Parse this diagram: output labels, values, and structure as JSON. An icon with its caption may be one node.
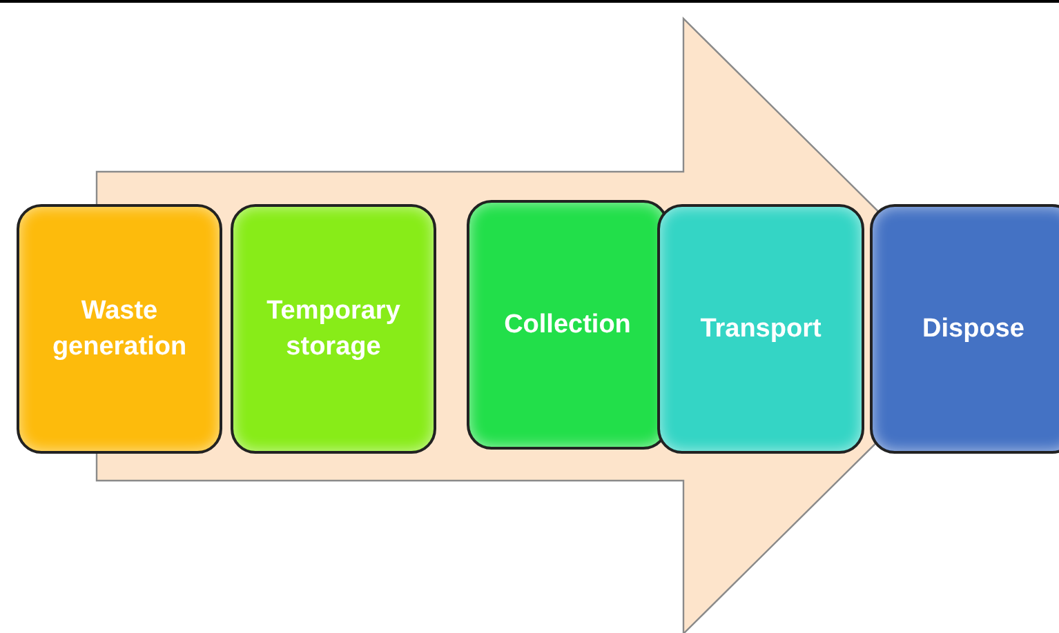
{
  "diagram": {
    "nodes": [
      {
        "text": [
          "Waste generation"
        ]
      },
      {
        "text": [
          "Temporary storage"
        ]
      },
      {
        "text": [
          "Collection"
        ]
      },
      {
        "text": [
          "Transport"
        ]
      },
      {
        "text": [
          "Dispose"
        ]
      }
    ],
    "edges": [
      {
        "from": 0,
        "to": 4,
        "arrow": "to",
        "style": "thick"
      }
    ]
  }
}
